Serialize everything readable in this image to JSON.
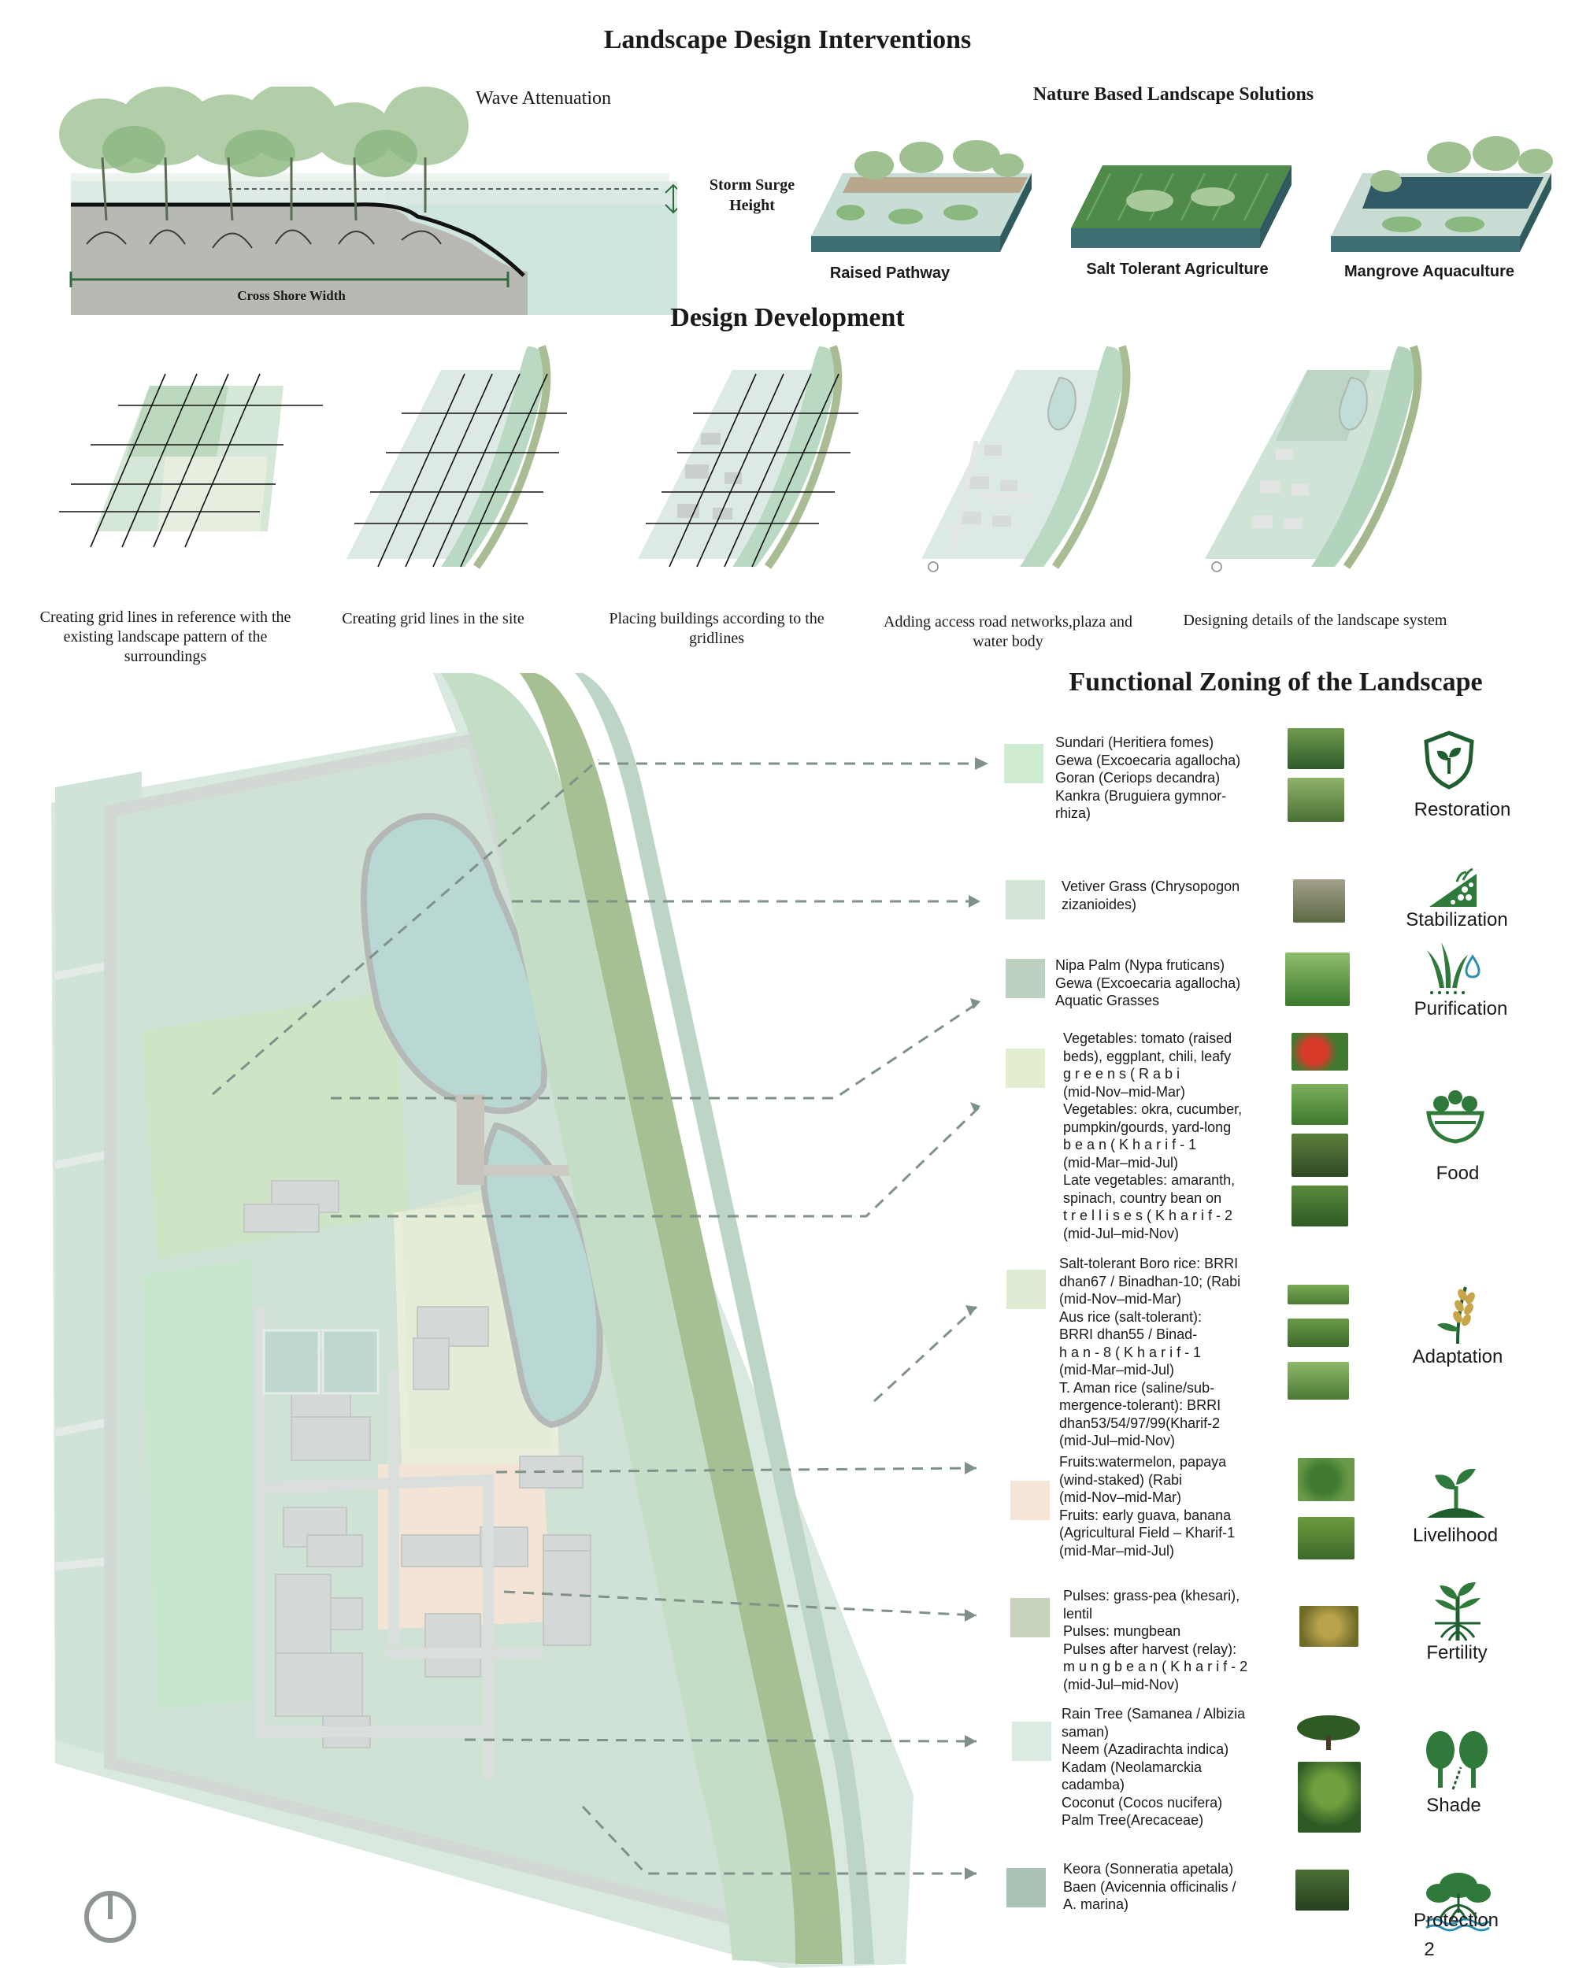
{
  "title": "Landscape Design Interventions",
  "wave": {
    "label": "Wave Attenuation",
    "storm_surge": "Storm Surge Height",
    "cross_shore": "Cross Shore Width"
  },
  "nbs": {
    "title": "Nature Based Landscape Solutions",
    "items": [
      "Raised Pathway",
      "Salt Tolerant Agriculture",
      "Mangrove Aquaculture"
    ]
  },
  "design_development": {
    "title": "Design Development",
    "steps": [
      "Creating grid lines in reference with the existing landscape pattern of the surroundings",
      "Creating grid lines in the site",
      "Placing buildings according to the gridlines",
      "Adding access road networks,plaza and water body",
      "Designing details of the landscape system"
    ]
  },
  "zoning": {
    "title": "Functional Zoning of the Landscape",
    "zones": [
      {
        "function": "Restoration",
        "color": "#cfecd3",
        "lines": [
          "Sundari (Heritiera fomes)",
          "Gewa (Excoecaria agallocha)",
          "Goran (Ceriops decandra)",
          "Kankra (Bruguiera gymnor-",
          "rhiza)"
        ]
      },
      {
        "function": "Stabilization",
        "color": "#d4e5d6",
        "lines": [
          "Vetiver Grass (Chrysopogon",
          "zizanioides)"
        ]
      },
      {
        "function": "Purification",
        "color": "#bcd2c0",
        "lines": [
          "Nipa Palm (Nypa fruticans)",
          "Gewa (Excoecaria agallocha)",
          "Aquatic Grasses"
        ]
      },
      {
        "function": "Food",
        "color": "#e3edcf",
        "lines": [
          "Vegetables: tomato (raised",
          "beds), eggplant, chili, leafy",
          "g r e e n s ( R a b i",
          "(mid-Nov–mid-Mar)",
          "Vegetables: okra, cucumber,",
          "pumpkin/gourds, yard-long",
          "b e a n ( K h a r i f - 1",
          "(mid-Mar–mid-Jul)",
          "Late vegetables: amaranth,",
          "spinach, country bean on",
          "t r e l l i s e s ( K h a r i f - 2",
          "(mid-Jul–mid-Nov)"
        ]
      },
      {
        "function": "Adaptation",
        "color": "#dcebd2",
        "lines": [
          "Salt-tolerant Boro rice: BRRI",
          "dhan67 / Binadhan-10; (Rabi",
          "(mid-Nov–mid-Mar)",
          "Aus rice (salt-tolerant):",
          "BRRI dhan55 / Binad-",
          "h a n - 8 ( K h a r i f - 1",
          "(mid-Mar–mid-Jul)",
          "T. Aman rice (saline/sub-",
          "mergence-tolerant): BRRI",
          "dhan53/54/97/99(Kharif-2",
          "(mid-Jul–mid-Nov)"
        ]
      },
      {
        "function": "Livelihood",
        "color": "#f5e6d8",
        "lines": [
          "Fruits:watermelon, papaya",
          "(wind-staked) (Rabi",
          "(mid-Nov–mid-Mar)",
          "Fruits: early guava, banana",
          "(Agricultural Field – Kharif-1",
          "(mid-Mar–mid-Jul)"
        ]
      },
      {
        "function": "Fertility",
        "color": "#c7d2bd",
        "lines": [
          "Pulses: grass-pea (khesari),",
          "lentil",
          "Pulses: mungbean",
          "Pulses after harvest (relay):",
          "m u n g b e a n ( K h a r i f - 2",
          "(mid-Jul–mid-Nov)"
        ]
      },
      {
        "function": "Shade",
        "color": "#dcebe2",
        "lines": [
          "Rain Tree (Samanea / Albizia",
          "saman)",
          "Neem (Azadirachta indica)",
          "Kadam (Neolamarckia",
          "cadamba)",
          "Coconut (Cocos nucifera)",
          "Palm Tree(Arecaceae)"
        ]
      },
      {
        "function": "Protection",
        "color": "#a9c4b6",
        "lines": [
          "Keora (Sonneratia apetala)",
          "Baen (Avicennia officinalis /",
          "A. marina)"
        ]
      }
    ]
  },
  "page_number": "2",
  "colors": {
    "green_dark": "#2e6b3a",
    "icon_green": "#1f5e2e",
    "water": "#c9e2dc",
    "river": "#9fb98e",
    "dash": "#7f9189"
  }
}
